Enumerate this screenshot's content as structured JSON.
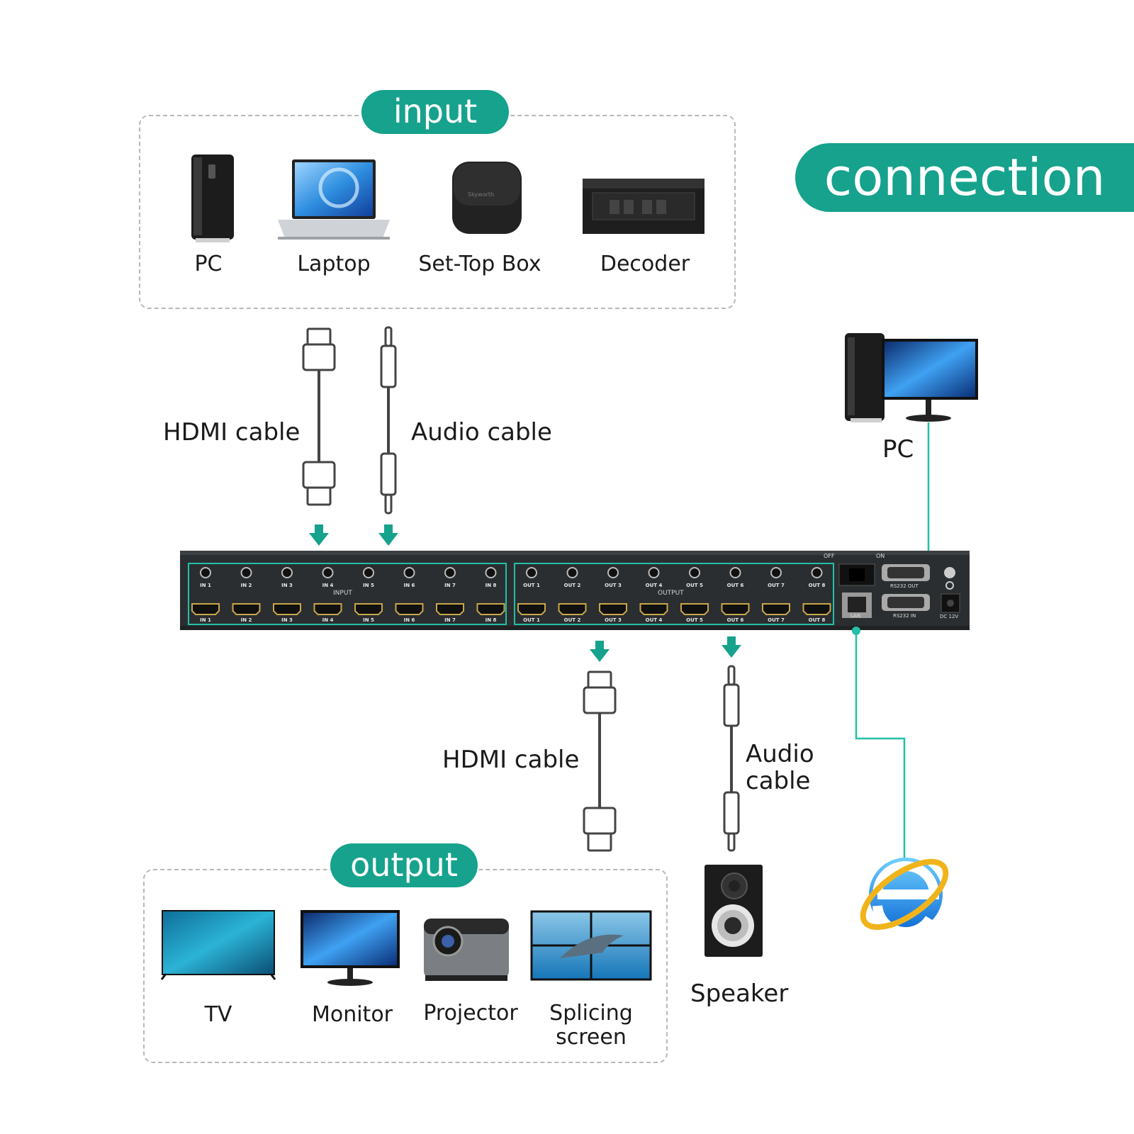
{
  "title": "connection",
  "input": {
    "heading": "input",
    "devices": [
      {
        "label": "PC",
        "icon": "pc-tower-icon"
      },
      {
        "label": "Laptop",
        "icon": "laptop-icon"
      },
      {
        "label": "Set-Top Box",
        "icon": "set-top-box-icon",
        "brand": "Skyworth"
      },
      {
        "label": "Decoder",
        "icon": "decoder-icon"
      }
    ]
  },
  "cables_in": {
    "hdmi": "HDMI cable",
    "audio": "Audio cable"
  },
  "cables_out": {
    "hdmi": "HDMI cable",
    "audio_line1": "Audio",
    "audio_line2": "cable"
  },
  "pc_right": {
    "label": "PC"
  },
  "device": {
    "input_group": "INPUT",
    "output_group": "OUTPUT",
    "in_ports": [
      "IN 1",
      "IN 2",
      "IN 3",
      "IN 4",
      "IN 5",
      "IN 6",
      "IN 7",
      "IN 8"
    ],
    "out_ports": [
      "OUT 1",
      "OUT 2",
      "OUT 3",
      "OUT 4",
      "OUT 5",
      "OUT 6",
      "OUT 7",
      "OUT 8"
    ],
    "switch_off": "OFF",
    "switch_on": "ON",
    "rs232_out": "RS232 OUT",
    "rs232_in": "RS232 IN",
    "lan": "LAN",
    "dc": "DC 12V"
  },
  "speaker": {
    "label": "Speaker"
  },
  "output": {
    "heading": "output",
    "devices": [
      {
        "label": "TV",
        "icon": "tv-icon"
      },
      {
        "label": "Monitor",
        "icon": "monitor-icon"
      },
      {
        "label": "Projector",
        "icon": "projector-icon"
      },
      {
        "label_line1": "Splicing",
        "label_line2": "screen",
        "icon": "video-wall-icon"
      }
    ]
  },
  "colors": {
    "accent": "#16a28c",
    "device": "#2b2e30",
    "outline": "#23c0a8",
    "dash": "#b8b8b8"
  }
}
